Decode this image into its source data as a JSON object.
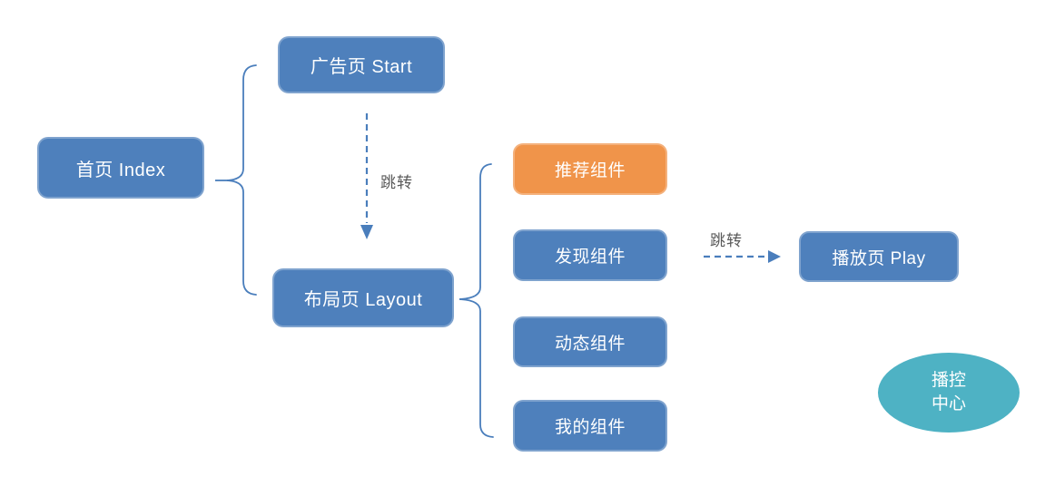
{
  "nodes": {
    "index": "首页 Index",
    "start": "广告页 Start",
    "layout": "布局页 Layout",
    "recommend": "推荐组件",
    "discover": "发现组件",
    "dynamic": "动态组件",
    "mine": "我的组件",
    "play": "播放页 Play",
    "play_control_line1": "播控",
    "play_control_line2": "中心"
  },
  "edge_labels": {
    "start_to_layout": "跳转",
    "discover_to_play": "跳转"
  },
  "colors": {
    "blue": "#4E80BC",
    "orange": "#F0944A",
    "teal": "#4EB2C4",
    "connector": "#4A7EBC",
    "edge_label": "#595959",
    "node_text": "#FFFFFF"
  }
}
